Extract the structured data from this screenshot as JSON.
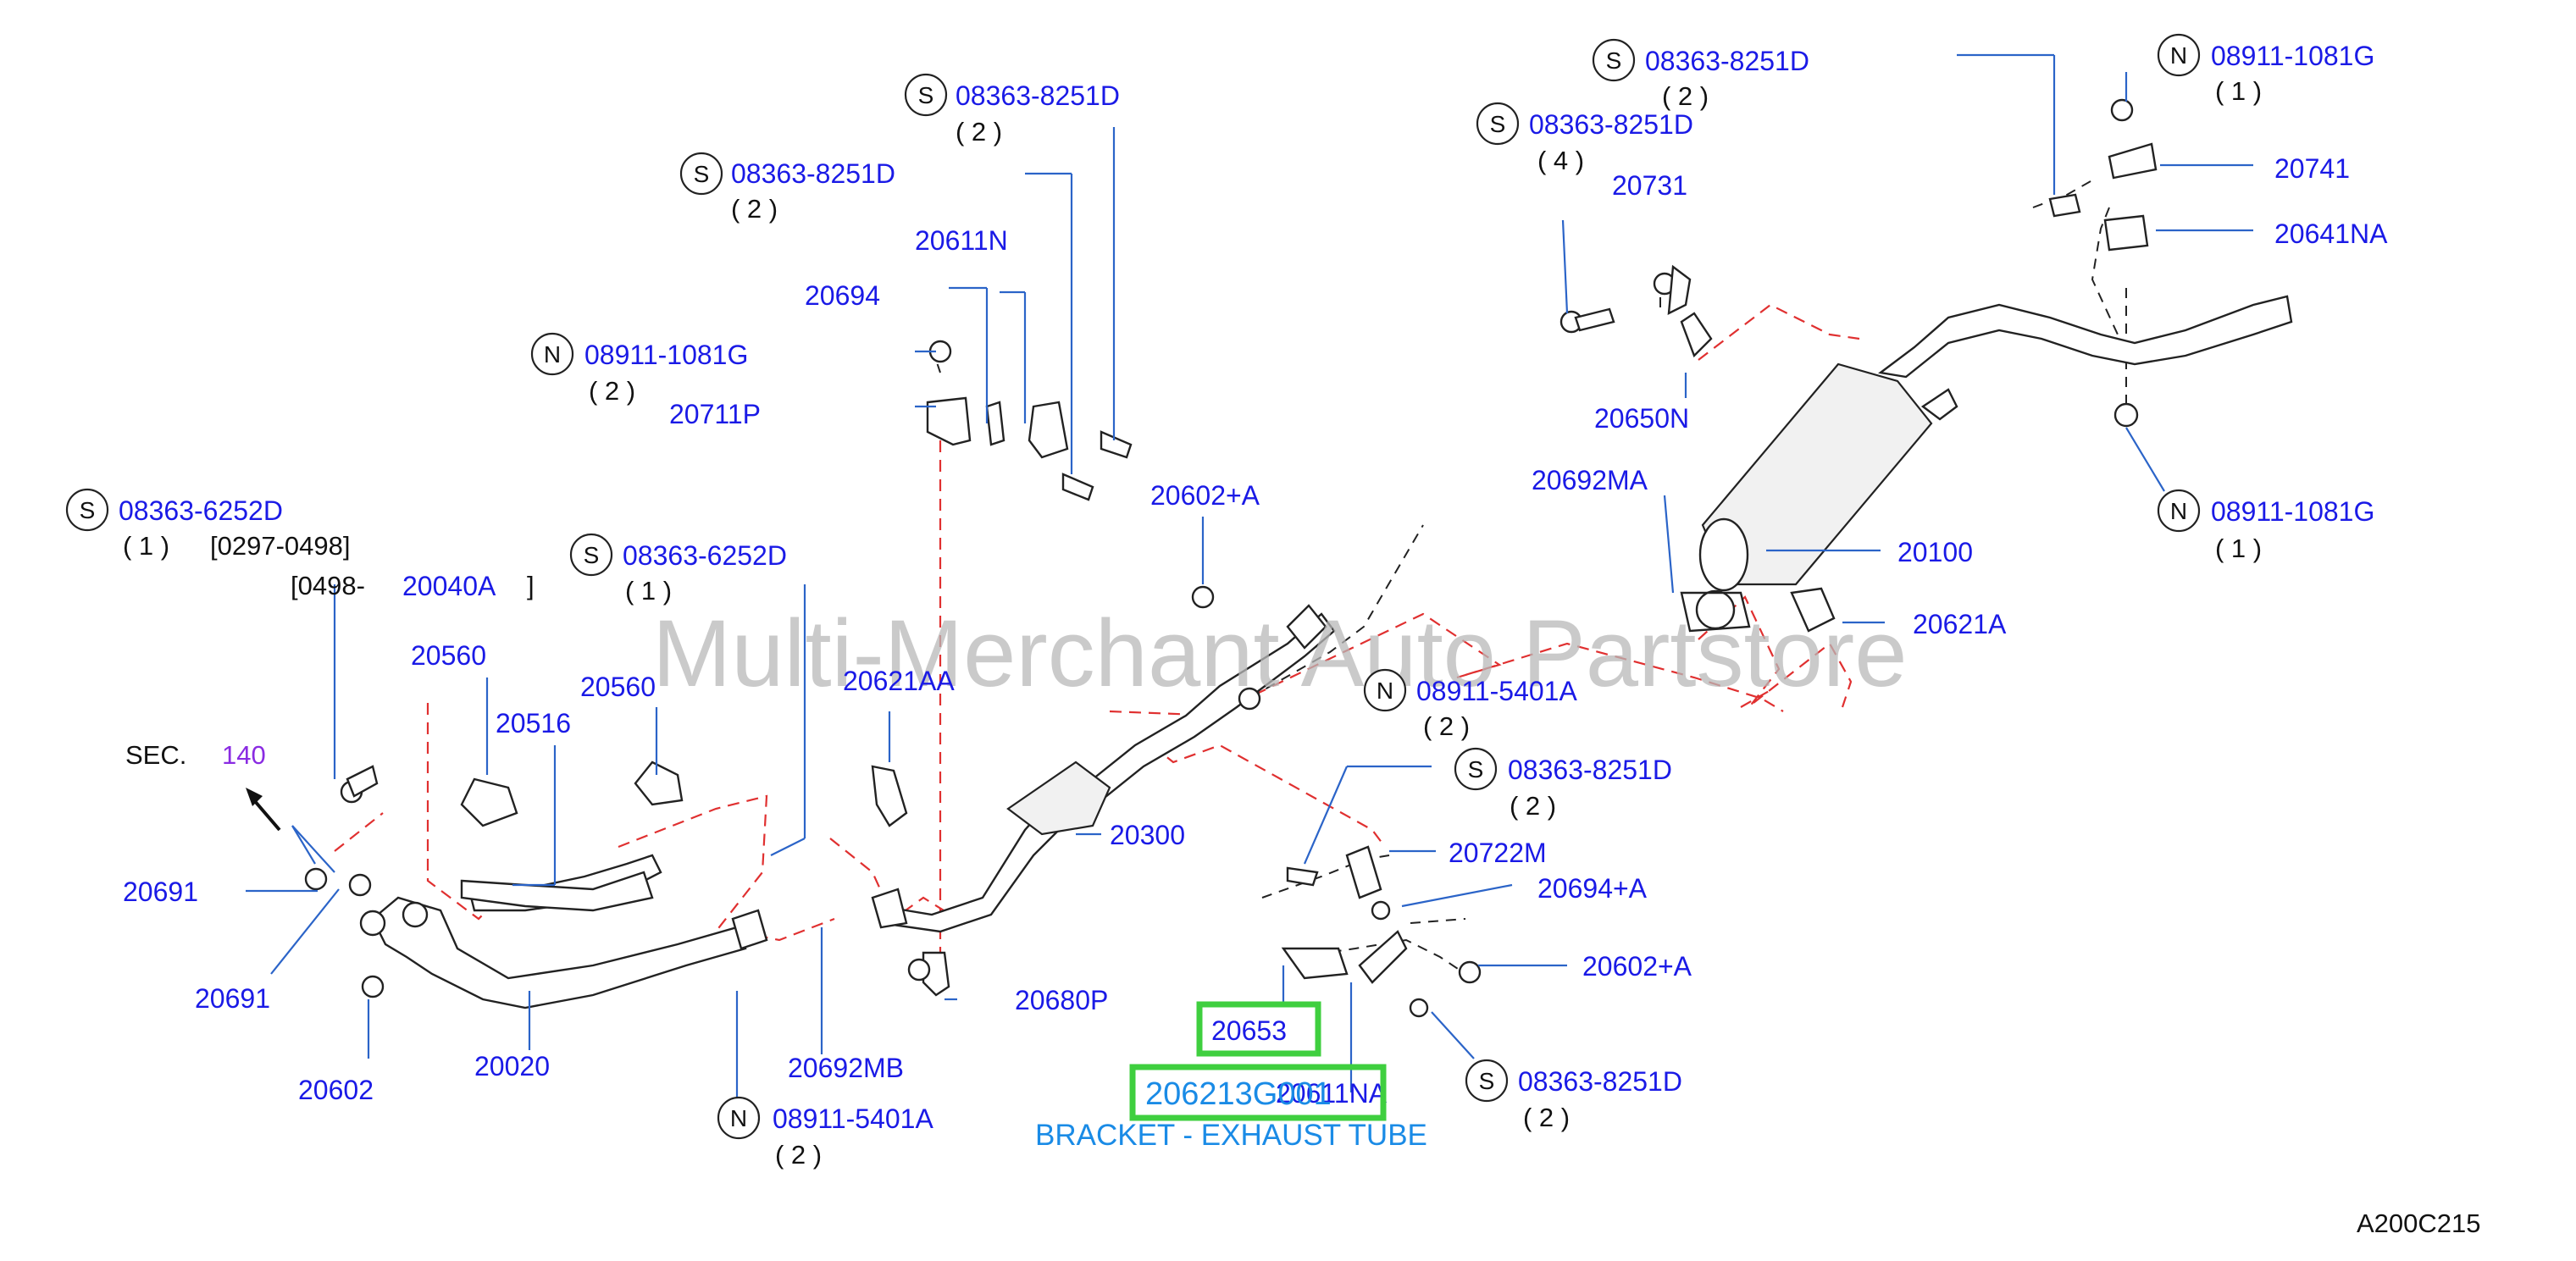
{
  "diagram": {
    "watermark": "Multi-Merchant Auto Partstore",
    "ref_code": "A200C215",
    "section": {
      "label": "SEC.",
      "number": "140"
    },
    "highlight": {
      "part_number": "20653",
      "full_number": "206213G001",
      "description": "BRACKET - EXHAUST TUBE"
    },
    "part_labels": {
      "p20611N": "20611N",
      "p20694": "20694",
      "p20711P": "20711P",
      "p20602A_top": "20602+A",
      "p20040A": "20040A",
      "p20560_a": "20560",
      "p20560_b": "20560",
      "p20516": "20516",
      "p20621AA": "20621AA",
      "p20300": "20300",
      "p20691_a": "20691",
      "p20691_b": "20691",
      "p20602": "20602",
      "p20020": "20020",
      "p20692MB": "20692MB",
      "p20680P": "20680P",
      "p20722M": "20722M",
      "p20694A": "20694+A",
      "p20602A_bot": "20602+A",
      "p20611NA": "20611NA",
      "p20731": "20731",
      "p20650N": "20650N",
      "p20692MA": "20692MA",
      "p20100": "20100",
      "p20621A": "20621A",
      "p20741": "20741",
      "p20641NA": "20641NA"
    },
    "fastener_callouts": {
      "s1": {
        "prefix": "S",
        "number": "08363-8251D",
        "qty": "( 2 )"
      },
      "s2": {
        "prefix": "S",
        "number": "08363-8251D",
        "qty": "( 2 )"
      },
      "n1": {
        "prefix": "N",
        "number": "08911-1081G",
        "qty": "( 2 )"
      },
      "s3": {
        "prefix": "S",
        "number": "08363-6252D",
        "qty": "( 1 )"
      },
      "s4": {
        "prefix": "S",
        "number": "08363-6252D",
        "qty": "( 1 )"
      },
      "n2": {
        "prefix": "N",
        "number": "08911-5401A",
        "qty": "( 2 )"
      },
      "s5": {
        "prefix": "S",
        "number": "08363-8251D",
        "qty": "( 2 )"
      },
      "s6": {
        "prefix": "S",
        "number": "08363-8251D",
        "qty": "( 2 )"
      },
      "n3": {
        "prefix": "N",
        "number": "08911-5401A",
        "qty": "( 2 )"
      },
      "s7": {
        "prefix": "S",
        "number": "08363-8251D",
        "qty": "( 2 )"
      },
      "s8": {
        "prefix": "S",
        "number": "08363-8251D",
        "qty": "( 4 )"
      },
      "n4": {
        "prefix": "N",
        "number": "08911-1081G",
        "qty": "( 1 )"
      },
      "n5": {
        "prefix": "N",
        "number": "08911-1081G",
        "qty": "( 1 )"
      }
    },
    "date_codes": {
      "from": "[0297-0498]",
      "to_open": "[0498-",
      "to_close": "]"
    }
  }
}
